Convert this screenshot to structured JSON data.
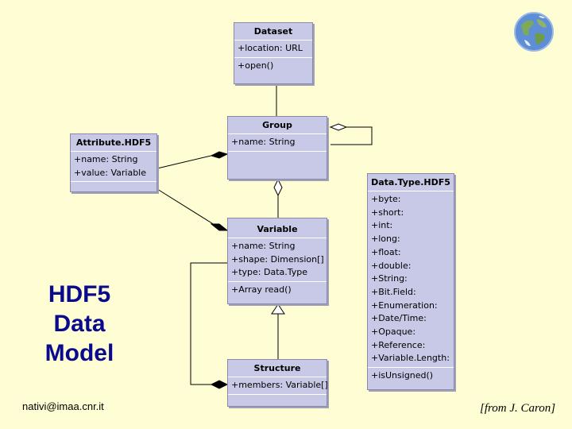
{
  "dataset": {
    "name": "Dataset",
    "attributes": [
      "+location: URL"
    ],
    "operations": [
      "+open()"
    ]
  },
  "group": {
    "name": "Group",
    "attributes": [
      "+name: String"
    ],
    "operations": []
  },
  "attribute": {
    "name": "Attribute.HDF5",
    "attributes": [
      "+name: String",
      "+value: Variable"
    ],
    "operations": []
  },
  "variable": {
    "name": "Variable",
    "attributes": [
      "+name: String",
      "+shape: Dimension[]",
      "+type: Data.Type"
    ],
    "operations": [
      "+Array read()"
    ]
  },
  "structure": {
    "name": "Structure",
    "attributes": [
      "+members: Variable[]"
    ],
    "operations": []
  },
  "datatype": {
    "name": "Data.Type.HDF5",
    "attributes": [
      "+byte:",
      "+short:",
      "+int:",
      "+long:",
      "+float:",
      "+double:",
      "+String:",
      "+Bit.Field:",
      "+Enumeration:",
      "+Date/Time:",
      "+Opaque:",
      "+Reference:",
      "+Variable.Length:"
    ],
    "operations": [
      "+isUnsigned()"
    ]
  },
  "title": [
    "HDF5",
    "Data",
    "Model"
  ],
  "email": "nativi@imaa.cnr.it",
  "credit": "[from J. Caron]",
  "colors": {
    "box": "#c7c9e6",
    "title": "#0a0a8c",
    "background": "#fffdd3"
  }
}
